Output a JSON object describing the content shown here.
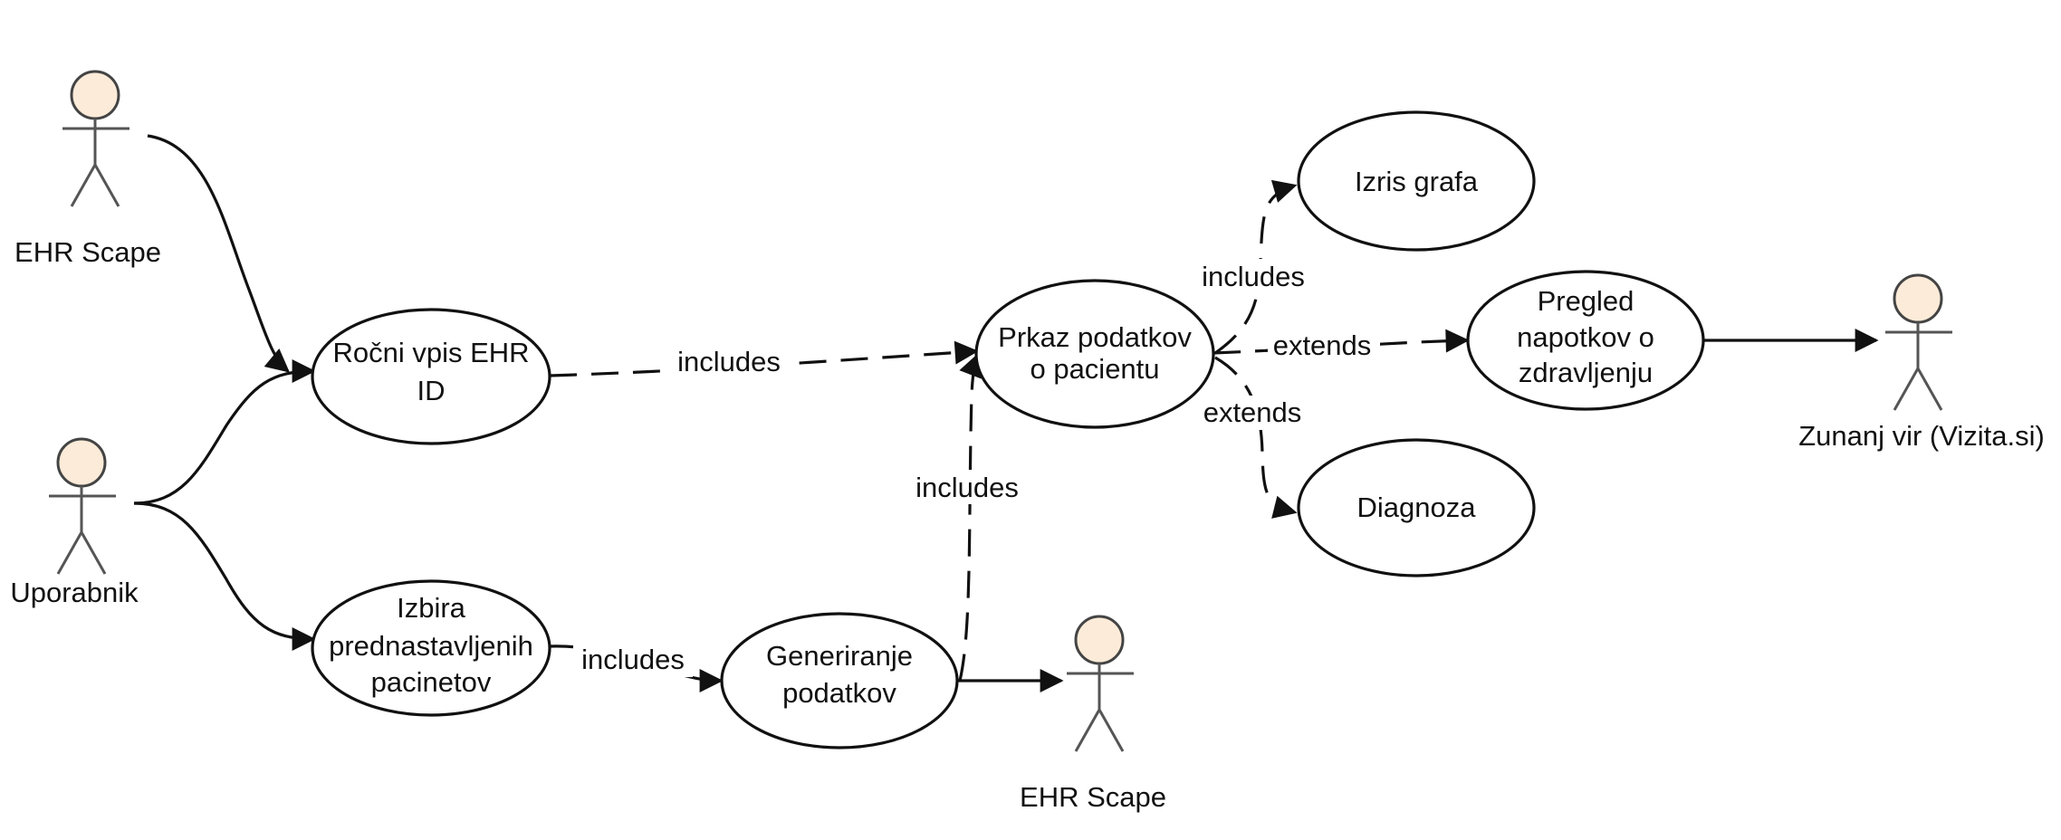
{
  "colors": {
    "actor_head": "#fcebd8",
    "stroke": "#111111",
    "background": "#ffffff"
  },
  "actors": {
    "ehr_scape_top": "EHR Scape",
    "uporabnik": "Uporabnik",
    "ehr_scape_bottom": "EHR Scape",
    "zunanj_vir": "Zunanj vir (Vizita.si)"
  },
  "use_cases": {
    "rocni_vpis": [
      "Ročni vpis EHR",
      "ID"
    ],
    "izbira": [
      "Izbira",
      "prednastavljenih",
      "pacinetov"
    ],
    "generiranje": [
      "Generiranje",
      "podatkov"
    ],
    "prikaz": [
      "Prkaz podatkov",
      "o pacientu"
    ],
    "izris": [
      "Izris grafa"
    ],
    "pregled": [
      "Pregled",
      "napotkov o",
      "zdravljenju"
    ],
    "diagnoza": [
      "Diagnoza"
    ]
  },
  "relations": {
    "vpis_to_prikaz": "includes",
    "izbira_to_generiranje": "includes",
    "generiranje_to_prikaz": "includes",
    "prikaz_to_izris": "includes",
    "prikaz_to_pregled": "extends",
    "prikaz_to_diagnoza": "extends"
  }
}
